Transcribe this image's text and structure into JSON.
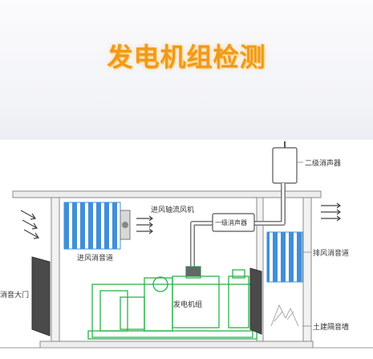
{
  "banner": {
    "title": "发电机组检测"
  },
  "labels": {
    "secondary_muffler": "二级消声器",
    "primary_muffler": "一级消声器",
    "axial_fan": "进风轴流风机",
    "intake_silencer": "进风消音道",
    "exhaust_silencer": "排风消音道",
    "generator": "发电机组",
    "muffler_door": "消音大门",
    "civil_wall": "土建隔音墙"
  },
  "colors": {
    "title_orange": "#f09a1a",
    "generator_green": "#2bb24a",
    "silencer_blue": "#3f8fd8",
    "structure_gray": "#8a8a8a",
    "wall_dark": "#555555"
  }
}
